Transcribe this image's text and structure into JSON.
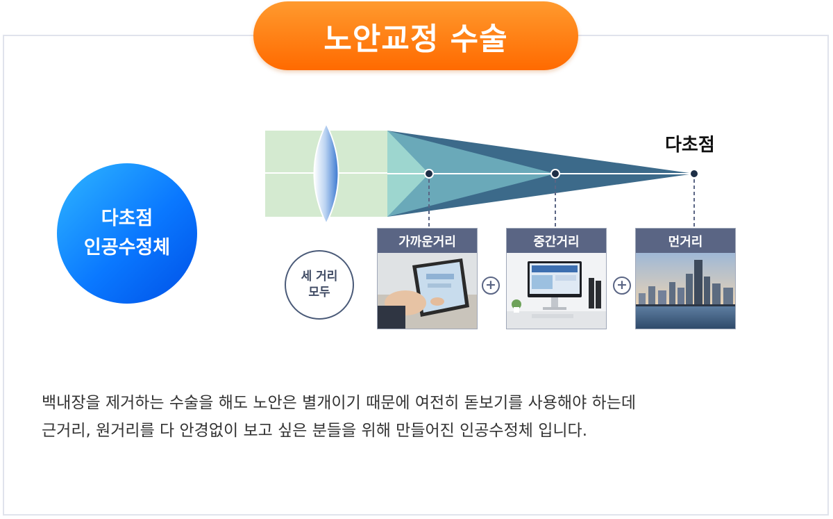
{
  "title": "노안교정 수술",
  "lens_type": {
    "line1": "다초점",
    "line2": "인공수정체"
  },
  "focus_label": "다초점",
  "all_distances": {
    "line1": "세 거리",
    "line2": "모두"
  },
  "distances": [
    {
      "label": "가까운거리",
      "image": "tablet-photo"
    },
    {
      "label": "중간거리",
      "image": "desktop-computer-photo"
    },
    {
      "label": "먼거리",
      "image": "city-skyline-photo"
    }
  ],
  "plus_symbol": "+",
  "description": {
    "line1": "백내장을 제거하는 수술을 해도 노안은 별개이기 때문에 여전히 돋보기를 사용해야 하는데",
    "line2": "근거리, 원거리를 다 안경없이 보고 싶은 분들을 위해 만들어진 인공수정체 입니다."
  },
  "colors": {
    "title_orange": "#ff7a10",
    "circle_blue": "#0a78ff",
    "beam_light": "#d4ead0",
    "cone_teal": "#8fd0c8",
    "cone_mid": "#5a9aae",
    "cone_dark": "#3c6a8a",
    "card_header": "#5a6584"
  }
}
